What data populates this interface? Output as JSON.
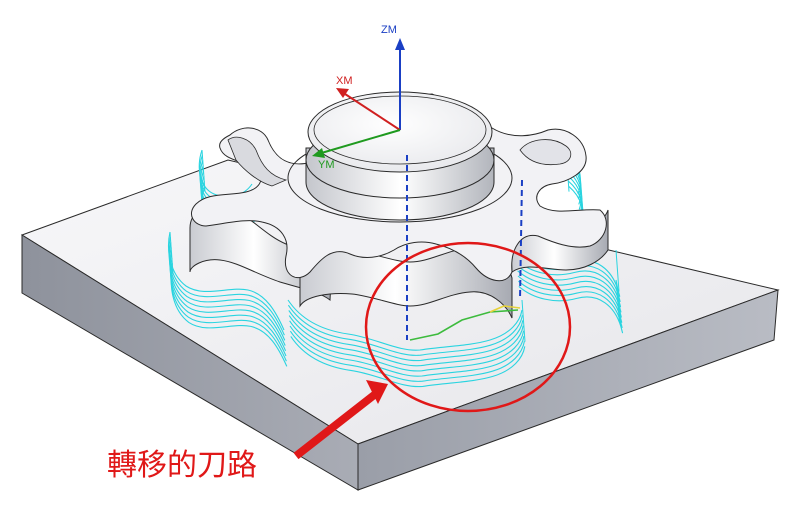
{
  "axes": {
    "z_label": "ZM",
    "x_label": "XM",
    "y_label": "YM"
  },
  "callout": {
    "text": "轉移的刀路"
  },
  "colors": {
    "z_axis": "#1a3fc4",
    "x_axis": "#d02020",
    "y_axis": "#1f9a1f",
    "toolpath": "#2ad4e0",
    "callout": "#e01818",
    "plunge": "#1a3fc4"
  }
}
